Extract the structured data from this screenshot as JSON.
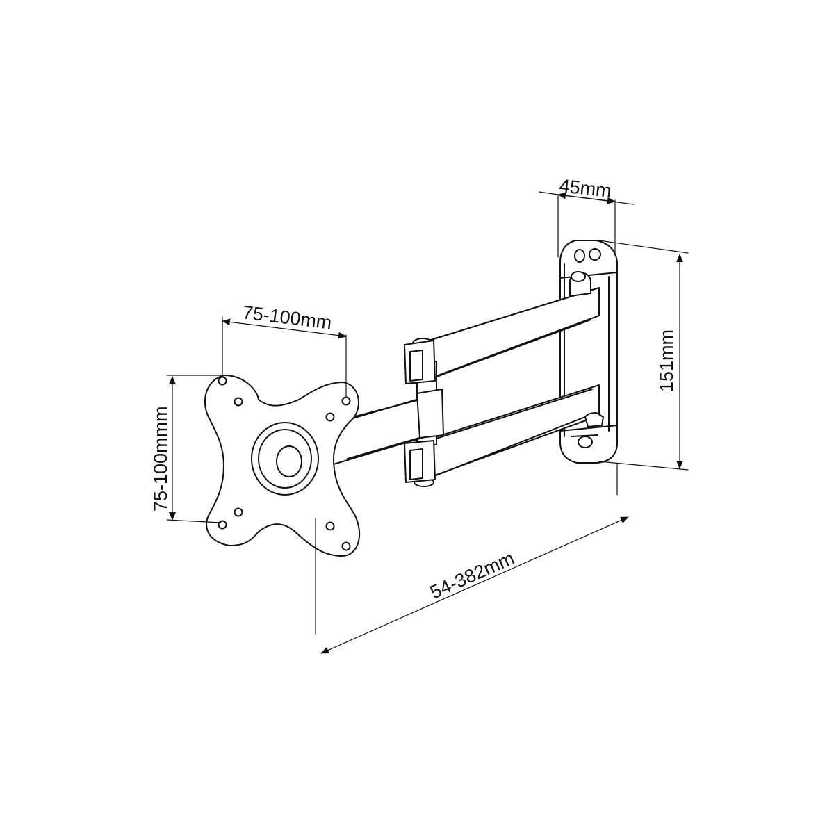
{
  "dimensions": {
    "depth": "45mm",
    "wall_plate_height": "151mm",
    "vesa_horizontal": "75-100mm",
    "vesa_vertical": "75-100mmm",
    "arm_extension": "54-382mm"
  },
  "colors": {
    "line": "#111111",
    "background": "#ffffff"
  }
}
